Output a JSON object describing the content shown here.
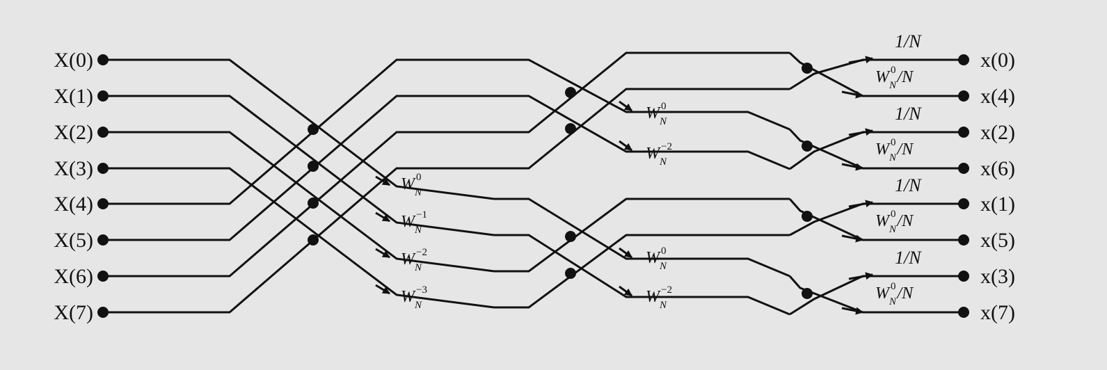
{
  "diagram": {
    "inputs": [
      "X(0)",
      "X(1)",
      "X(2)",
      "X(3)",
      "X(4)",
      "X(5)",
      "X(6)",
      "X(7)"
    ],
    "outputs": [
      "x(0)",
      "x(4)",
      "x(2)",
      "x(6)",
      "x(1)",
      "x(5)",
      "x(3)",
      "x(7)"
    ],
    "stage1_weights": [
      {
        "base": "W",
        "sub": "N",
        "sup": "0"
      },
      {
        "base": "W",
        "sub": "N",
        "sup": "−1"
      },
      {
        "base": "W",
        "sub": "N",
        "sup": "−2"
      },
      {
        "base": "W",
        "sub": "N",
        "sup": "−3"
      }
    ],
    "stage2_weights": [
      {
        "base": "W",
        "sub": "N",
        "sup": "0"
      },
      {
        "base": "W",
        "sub": "N",
        "sup": "−2"
      },
      {
        "base": "W",
        "sub": "N",
        "sup": "0"
      },
      {
        "base": "W",
        "sub": "N",
        "sup": "−2"
      }
    ],
    "stage3_weights": [
      {
        "text": "1/N"
      },
      {
        "base": "W",
        "sub": "N",
        "sup": "0",
        "suffix": "/N"
      },
      {
        "text": "1/N"
      },
      {
        "base": "W",
        "sub": "N",
        "sup": "0",
        "suffix": "/N"
      },
      {
        "text": "1/N"
      },
      {
        "base": "W",
        "sub": "N",
        "sup": "0",
        "suffix": "/N"
      },
      {
        "text": "1/N"
      },
      {
        "base": "W",
        "sub": "N",
        "sup": "0",
        "suffix": "/N"
      }
    ],
    "colors": {
      "line": "#111111",
      "background": "#e6e6e6"
    }
  }
}
